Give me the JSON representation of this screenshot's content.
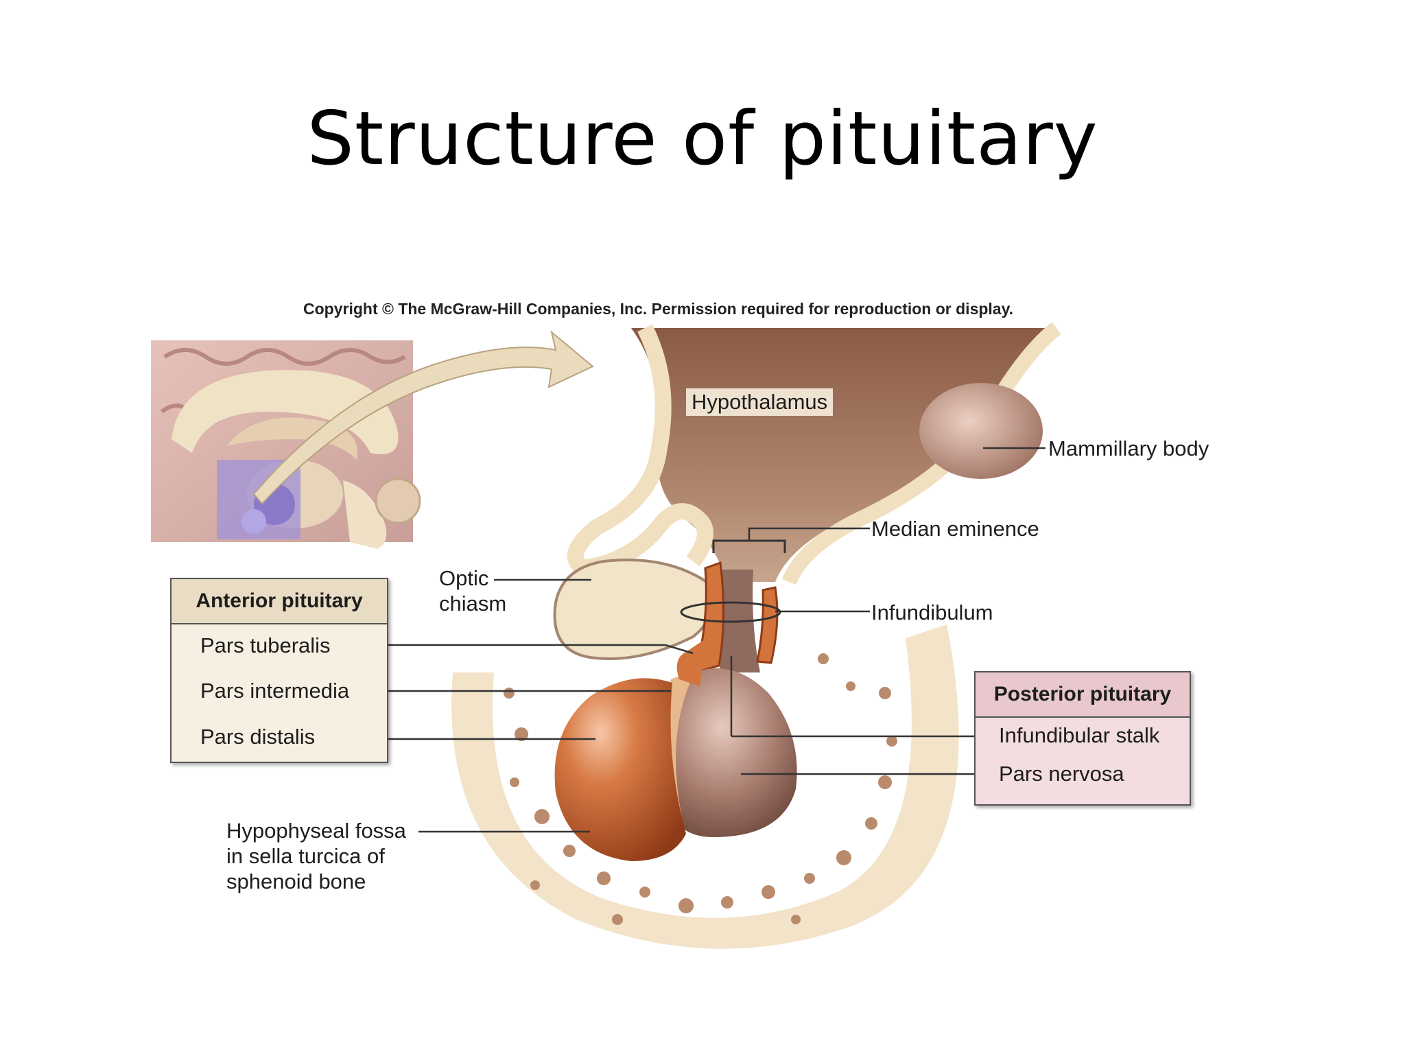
{
  "slide": {
    "title": "Structure of pituitary"
  },
  "copyright": "Copyright © The McGraw-Hill Companies, Inc. Permission required for reproduction or display.",
  "labels": {
    "hypothalamus": "Hypothalamus",
    "mammillary_body": "Mammillary body",
    "median_eminence": "Median eminence",
    "optic_chiasm_line1": "Optic",
    "optic_chiasm_line2": "chiasm",
    "infundibulum": "Infundibulum",
    "hypophyseal_line1": "Hypophyseal fossa",
    "hypophyseal_line2": "in sella turcica of",
    "hypophyseal_line3": "sphenoid bone"
  },
  "anterior_box": {
    "heading": "Anterior pituitary",
    "items": [
      "Pars tuberalis",
      "Pars intermedia",
      "Pars distalis"
    ]
  },
  "posterior_box": {
    "heading": "Posterior pituitary",
    "items": [
      "Infundibular stalk",
      "Pars nervosa"
    ]
  },
  "colors": {
    "anterior_lobe": "#c8622e",
    "posterior_lobe": "#a07466",
    "bone": "#f1e2c6",
    "bone_pores": "#b98a6c",
    "hypothalamus": "#a77c62",
    "brain_inset": "#d9b3ac",
    "inset_highlight": "#9a8ad0"
  }
}
